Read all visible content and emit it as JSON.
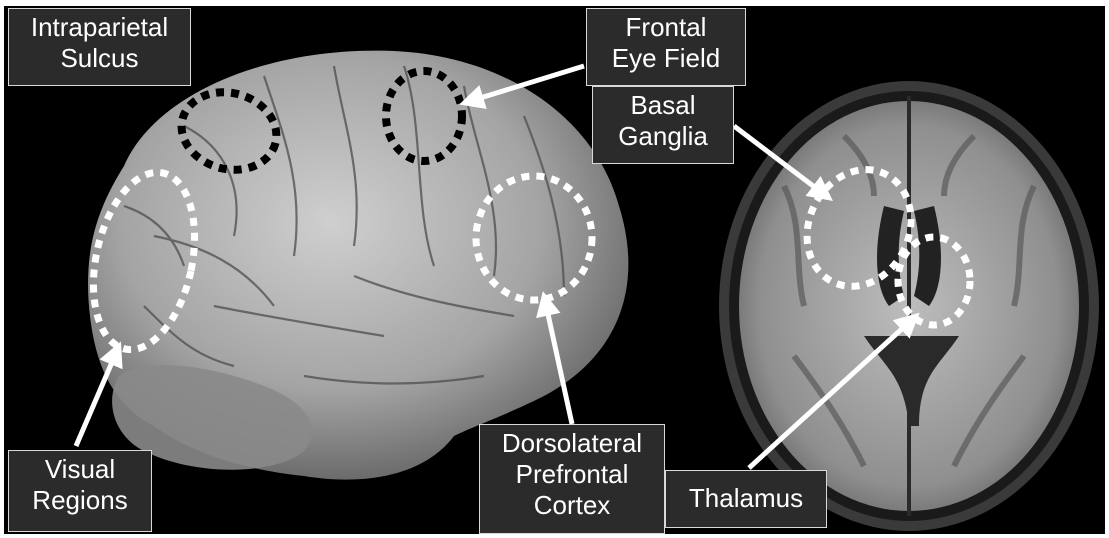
{
  "labels": {
    "intraparietal": {
      "line1": "Intraparietal",
      "line2": "Sulcus"
    },
    "frontal_eye": {
      "line1": "Frontal",
      "line2": "Eye Field"
    },
    "basal": {
      "line1": "Basal",
      "line2": "Ganglia"
    },
    "visual": {
      "line1": "Visual",
      "line2": "Regions"
    },
    "dlpfc": {
      "line1": "Dorsolateral",
      "line2": "Prefrontal",
      "line3": "Cortex"
    },
    "thalamus": {
      "line1": "Thalamus"
    }
  },
  "colors": {
    "background": "#000000",
    "label_bg": "#2b2b2b",
    "label_border": "#d9d9d9",
    "label_text": "#ffffff",
    "arrow": "#ffffff",
    "brain_tissue": "#9a9a9a"
  }
}
